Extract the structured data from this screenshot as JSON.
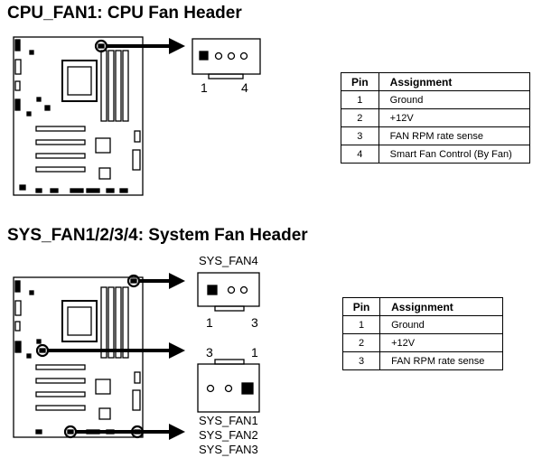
{
  "sections": [
    {
      "title": "CPU_FAN1: CPU Fan Header",
      "connector": {
        "pin_labels": [
          "1",
          "4"
        ],
        "pins": 4,
        "ground_pin_marker": "filled-square"
      },
      "table": {
        "headers": [
          "Pin",
          "Assignment"
        ],
        "rows": [
          {
            "pin": "1",
            "assignment": "Ground"
          },
          {
            "pin": "2",
            "assignment": "+12V"
          },
          {
            "pin": "3",
            "assignment": "FAN RPM rate sense"
          },
          {
            "pin": "4",
            "assignment": "Smart Fan Control (By Fan)"
          }
        ]
      }
    },
    {
      "title": "SYS_FAN1/2/3/4: System Fan Header",
      "connector_top": {
        "name": "SYS_FAN4",
        "pin_labels": [
          "1",
          "3"
        ],
        "pins": 3
      },
      "connector_bottom": {
        "names": [
          "SYS_FAN1",
          "SYS_FAN2",
          "SYS_FAN3"
        ],
        "pin_labels": [
          "3",
          "1"
        ],
        "pins": 3
      },
      "table": {
        "headers": [
          "Pin",
          "Assignment"
        ],
        "rows": [
          {
            "pin": "1",
            "assignment": "Ground"
          },
          {
            "pin": "2",
            "assignment": "+12V"
          },
          {
            "pin": "3",
            "assignment": "FAN RPM rate sense"
          }
        ]
      }
    }
  ],
  "colors": {
    "ink": "#000000",
    "background": "#ffffff"
  }
}
